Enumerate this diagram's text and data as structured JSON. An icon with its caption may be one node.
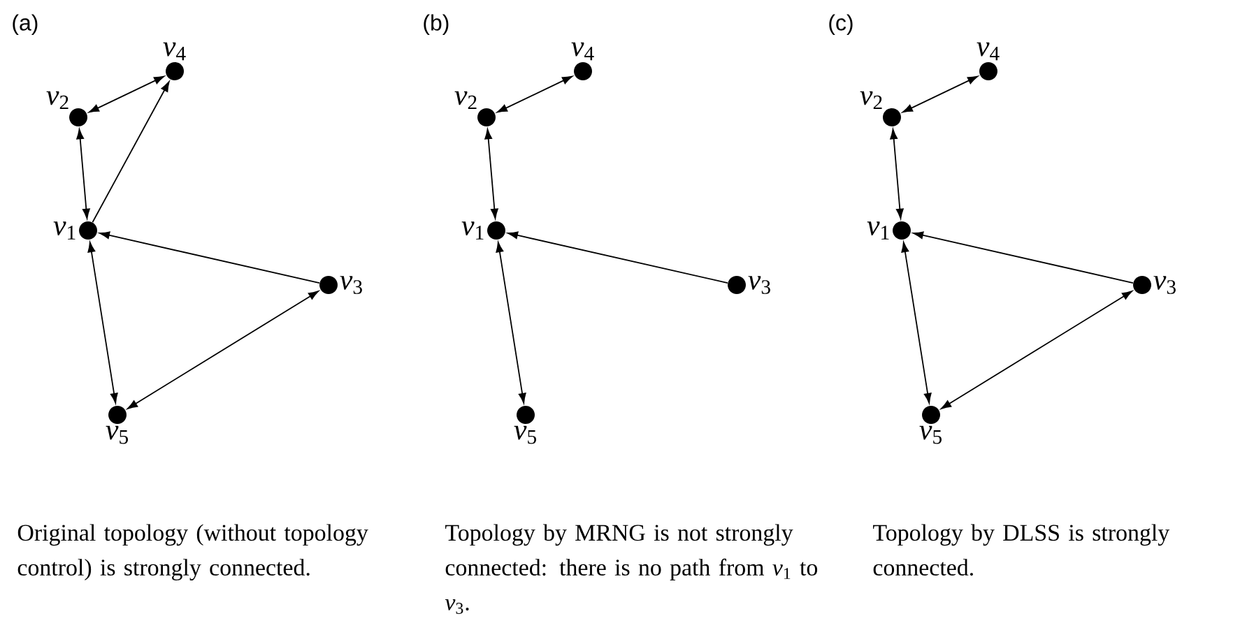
{
  "diagram": {
    "nodes": [
      {
        "text": [
          "*v*$_{1}$"
        ]
      },
      {
        "text": [
          "*v*$_{2}$"
        ]
      },
      {
        "text": [
          "*v*$_{3}$"
        ]
      },
      {
        "text": [
          "*v*$_{4}$"
        ]
      },
      {
        "text": [
          "*v*$_{5}$"
        ]
      },
      {
        "text": [
          "*v*$_{1}$"
        ]
      },
      {
        "text": [
          "*v*$_{2}$"
        ]
      },
      {
        "text": [
          "*v*$_{3}$"
        ]
      },
      {
        "text": [
          "*v*$_{4}$"
        ]
      },
      {
        "text": [
          "*v*$_{5}$"
        ]
      },
      {
        "text": [
          "*v*$_{1}$"
        ]
      },
      {
        "text": [
          "*v*$_{2}$"
        ]
      },
      {
        "text": [
          "*v*$_{3}$"
        ]
      },
      {
        "text": [
          "*v*$_{4}$"
        ]
      },
      {
        "text": [
          "*v*$_{5}$"
        ]
      }
    ],
    "edges": [
      {
        "from": 0,
        "to": 1,
        "arrow": "both"
      },
      {
        "from": 1,
        "to": 3,
        "arrow": "both"
      },
      {
        "from": 0,
        "to": 3,
        "arrow": "to"
      },
      {
        "from": 2,
        "to": 0,
        "arrow": "to"
      },
      {
        "from": 0,
        "to": 4,
        "arrow": "both"
      },
      {
        "from": 4,
        "to": 2,
        "arrow": "both"
      },
      {
        "from": 6,
        "to": 8,
        "arrow": "both"
      },
      {
        "from": 5,
        "to": 6,
        "arrow": "both"
      },
      {
        "from": 7,
        "to": 5,
        "arrow": "to"
      },
      {
        "from": 5,
        "to": 9,
        "arrow": "both"
      },
      {
        "from": 11,
        "to": 13,
        "arrow": "both"
      },
      {
        "from": 10,
        "to": 11,
        "arrow": "both"
      },
      {
        "from": 12,
        "to": 10,
        "arrow": "to"
      },
      {
        "from": 10,
        "to": 14,
        "arrow": "both"
      },
      {
        "from": 14,
        "to": 12,
        "arrow": "both"
      }
    ],
    "labels": [
      "(a)",
      "(b)",
      "(c)",
      "Original topology (without topology control) is strongly connected.",
      "Topology by MRNG is not strongly connected: there is no path from *v*$_{1}$ to *v*$_{3}$.",
      "Topology by DLSS  is strongly connected."
    ]
  }
}
